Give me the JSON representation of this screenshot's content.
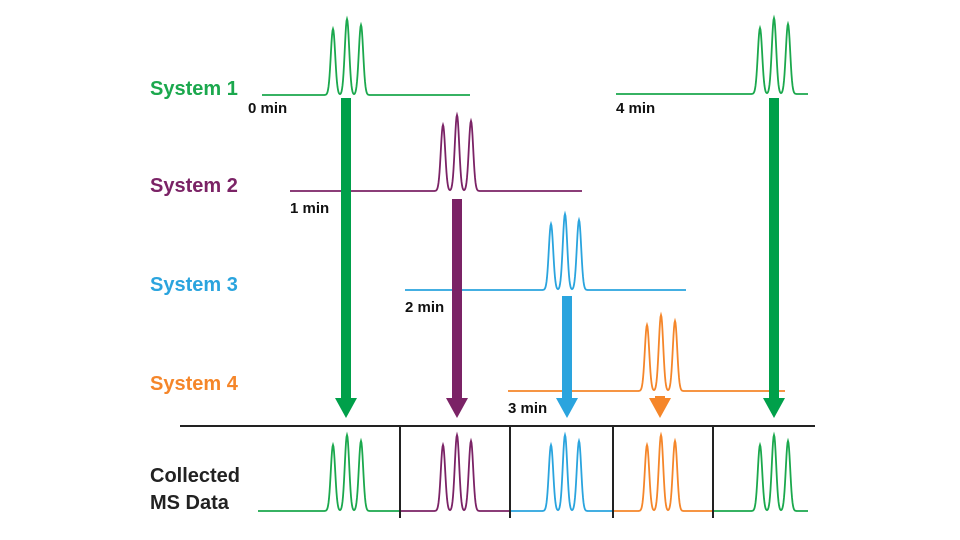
{
  "colors": {
    "system1": "#1ba84d",
    "system2": "#7b2366",
    "system3": "#2aa4de",
    "system4": "#f5862a",
    "arrow_green": "#00a04a",
    "axis": "#222222"
  },
  "systems": [
    {
      "label": "System 1",
      "start_label": "0 min",
      "color_key": "system1"
    },
    {
      "label": "System 2",
      "start_label": "1 min",
      "color_key": "system2"
    },
    {
      "label": "System 3",
      "start_label": "2 min",
      "color_key": "system3"
    },
    {
      "label": "System 4",
      "start_label": "3 min",
      "color_key": "system4"
    }
  ],
  "system1_repeat_label": "4 min",
  "collected": {
    "line1": "Collected",
    "line2": "MS Data"
  }
}
